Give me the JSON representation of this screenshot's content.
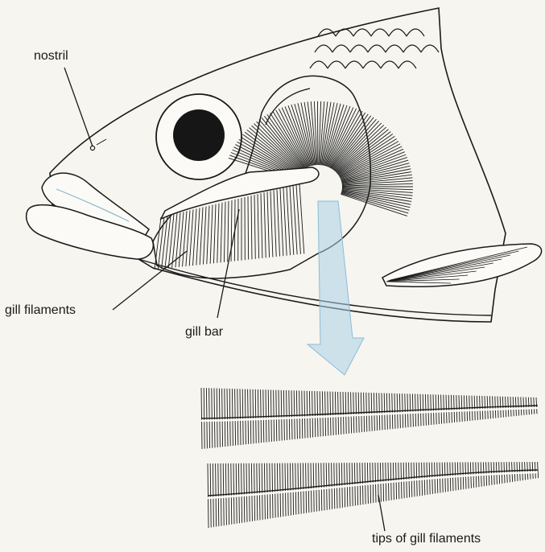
{
  "labels": {
    "nostril": "nostril",
    "gill_filaments": "gill filaments",
    "gill_bar": "gill bar",
    "tips": "tips of gill filaments"
  },
  "colors": {
    "paper": "#f6f5ef",
    "ink": "#1a1a1a",
    "arrow": "#a9cfe6",
    "pupil": "#161616"
  }
}
